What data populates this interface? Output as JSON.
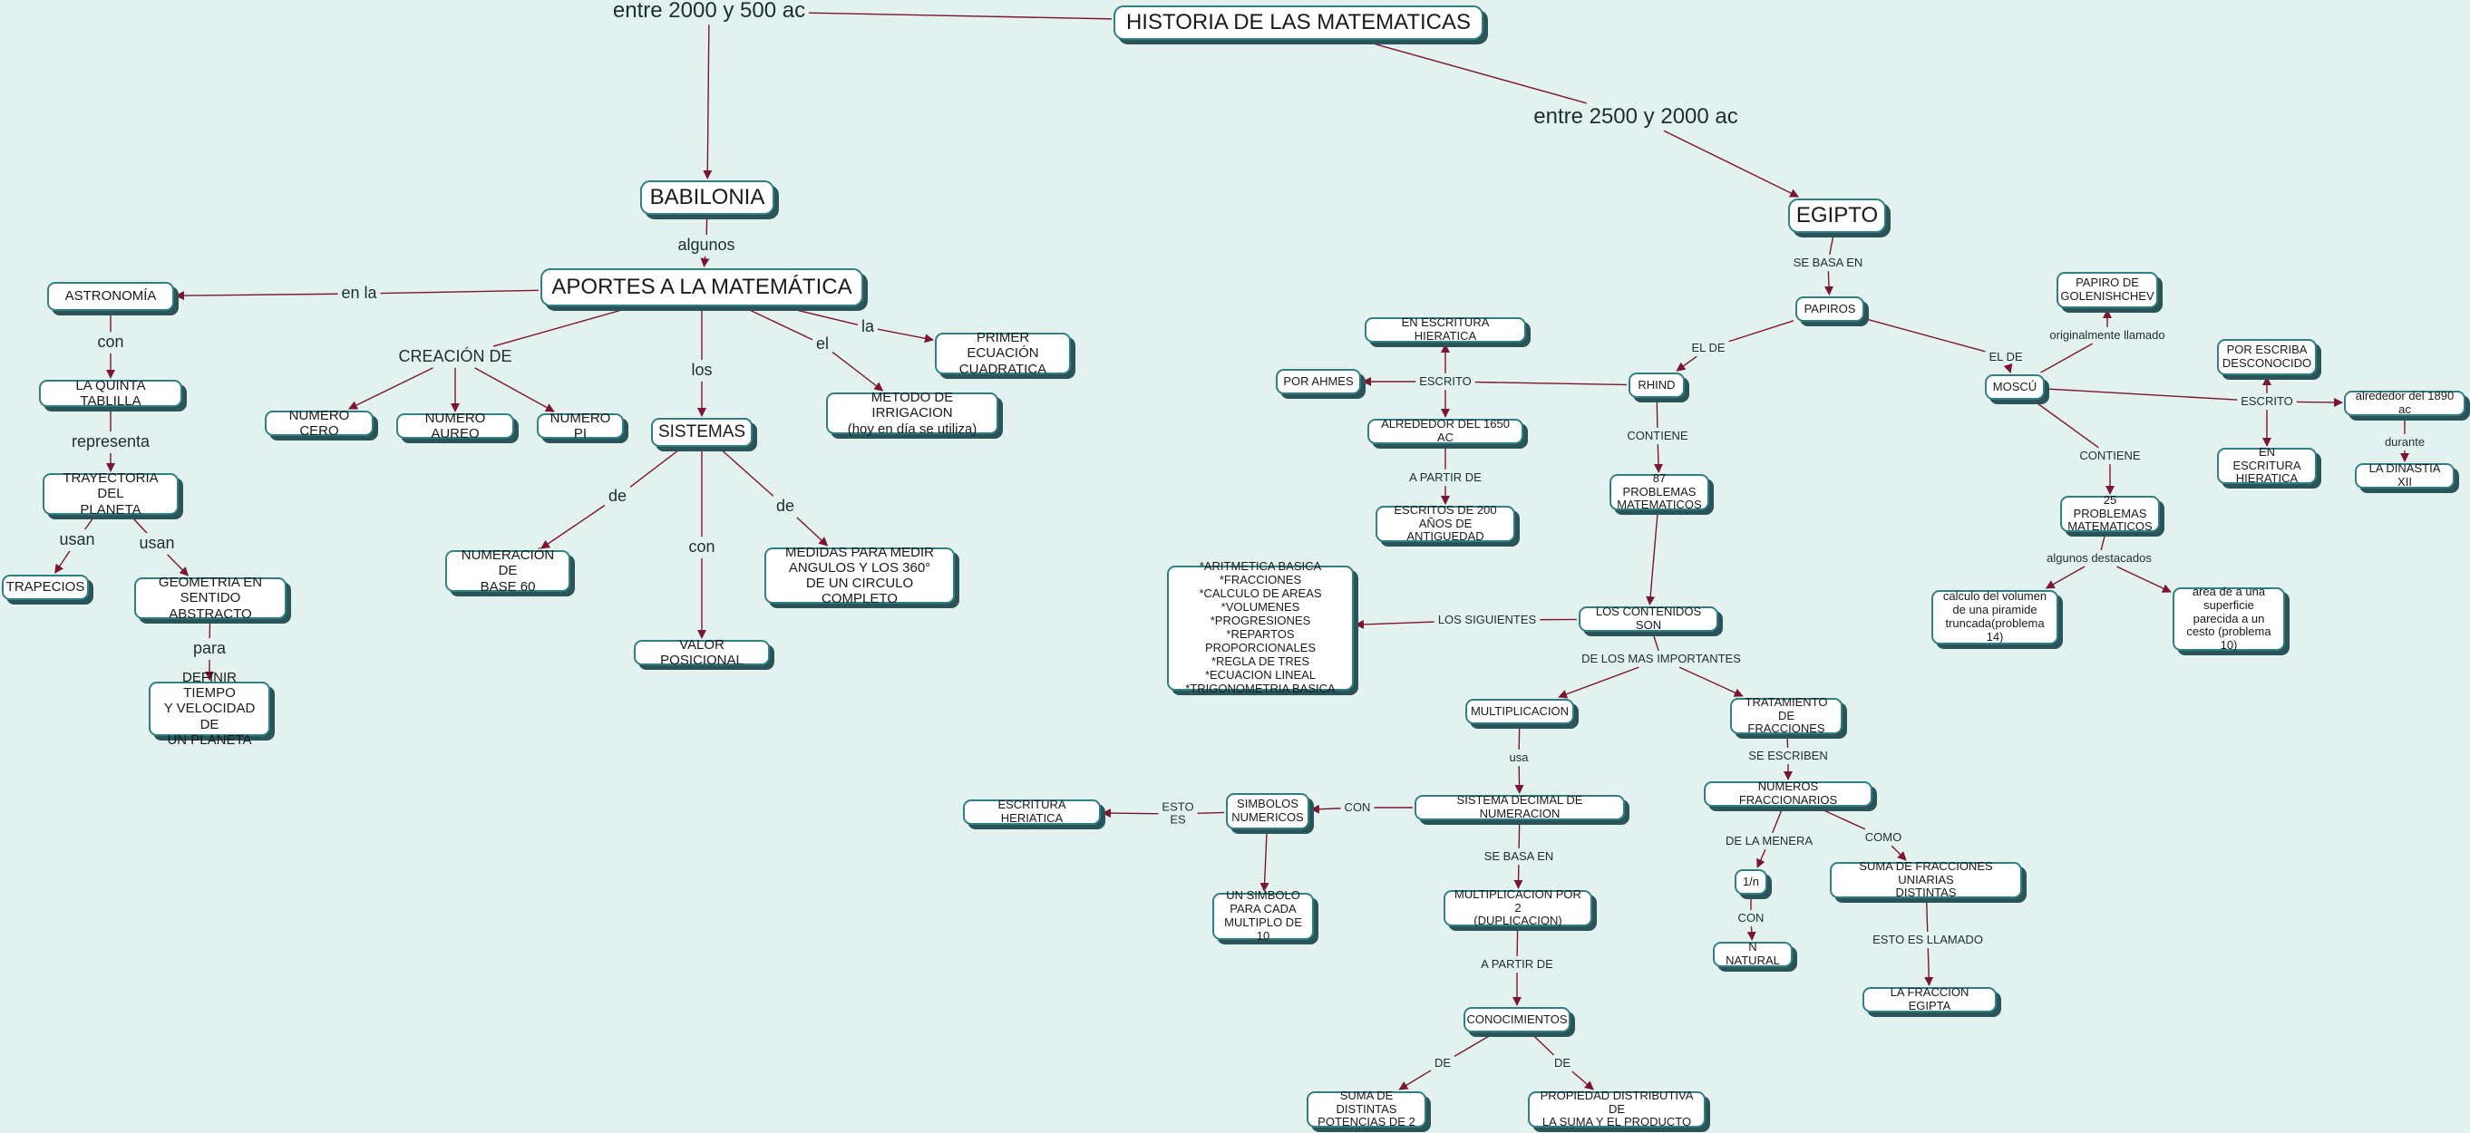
{
  "colors": {
    "background": "#e3f2ef",
    "node_border": "#2f7f85",
    "node_shadow": "#2a5457",
    "edge": "#7b1630"
  },
  "nodes": {
    "historia": "HISTORIA DE LAS MATEMATICAS",
    "babilonia": "BABILONIA",
    "aportes": "APORTES A LA MATEMÁTICA",
    "astronomia": "ASTRONOMÍA",
    "quinta_tablilla": "LA QUINTA TABLILLA",
    "trayectoria": "TRAYECTORIA DEL\nPLANETA",
    "trapecios": "TRAPECIOS",
    "geometria": "GEOMETRIA EN\nSENTIDO ABSTRACTO",
    "definir_tiempo": "DEFINIR TIEMPO\nY VELOCIDAD DE\nUN PLANETA",
    "numero_cero": "NUMERO CERO",
    "numero_aureo": "NUMERO AUREO",
    "numero_pi": "NUMERO PI",
    "sistemas": "SISTEMAS",
    "numeracion_60": "NUMERACIÓN DE\nBASE 60",
    "valor_posicional": "VALOR POSICIONAL",
    "medidas": "MEDIDAS PARA MEDIR\nANGULOS Y LOS 360°\nDE UN CIRCULO COMPLETO",
    "metodo_irrigacion": "METODO DE IRRIGACION\n(hoy en día se utiliza)",
    "primer_ecuacion": "PRIMER ECUACIÓN\nCUADRATICA",
    "egipto": "EGIPTO",
    "papiros": "PAPIROS",
    "rhind": "RHIND",
    "escritura_hieratica_1": "EN ESCRITURA HIERATICA",
    "por_ahmes": "POR AHMES",
    "alrededor_1650": "ALREDEDOR DEL 1650 AC",
    "escritos_200": "ESCRITOS DE 200\nAÑOS DE ANTIGUEDAD",
    "problemas_87": "87 PROBLEMAS\nMATEMATICOS",
    "contenidos_son": "LOS CONTENIDOS SON",
    "lista_contenidos": "*ARITMETICA BASICA\n*FRACCIONES\n*CALCULO DE AREAS\n*VOLUMENES\n*PROGRESIONES\n*REPARTOS PROPORCIONALES\n*REGLA DE TRES\n*ECUACION LINEAL\n*TRIGONOMETRIA BASICA",
    "multiplicacion": "MULTIPLICACION",
    "tratamiento_fracciones": "TRATAMIENTO DE\nFRACCIONES",
    "sistema_decimal": "SISTEMA DECIMAL DE NUMERACION",
    "simbolos_numericos": "SIMBOLOS\nNUMERICOS",
    "escritura_heriatica": "ESCRITURA HERIATICA",
    "un_simbolo": "UN SIMBOLO\nPARA CADA\nMULTIPLO DE 10",
    "multiplicacion_por_2": "MULTIPLICACION POR 2\n(DUPLICACION)",
    "conocimientos": "CONOCIMIENTOS",
    "suma_potencias": "SUMA DE DISTINTAS\nPOTENCIAS DE 2",
    "propiedad_distributiva": "PROPIEDAD DISTRIBUTIVA DE\nLA SUMA Y EL PRODUCTO",
    "numeros_fraccionarios": "NUMEROS FRACCIONARIOS",
    "uno_n": "1/n",
    "n_natural": "N NATURAL",
    "suma_unitarias": "SUMA DE FRACCIONES UNIARIAS\nDISTINTAS",
    "fraccion_egipta": "LA FRACCION EGIPTA",
    "moscu": "MOSCÚ",
    "golenishchev": "PAPIRO DE\nGOLENISHCHEV",
    "por_escriba": "POR ESCRIBA\nDESCONOCIDO",
    "escritura_hieratica_2": "EN ESCRITURA\nHIERATICA",
    "alrededor_1890": "alrededor del 1890 ac",
    "dinastia_xii": "LA DINASTIA XII",
    "problemas_25": "25 PROBLEMAS\nMATEMATICOS",
    "volumen_piramide": "calculo del volumen\nde una piramide\ntruncada(problema 14)",
    "area_cesto": "area de a una\nsuperficie\nparecida a un\ncesto (problema 10)"
  },
  "labels": {
    "entre_2000_500": "entre 2000 y 500 ac",
    "entre_2500_2000": "entre 2500 y 2000 ac",
    "algunos": "algunos",
    "en_la": "en la",
    "con_1": "con",
    "representa": "representa",
    "usan_1": "usan",
    "usan_2": "usan",
    "para": "para",
    "creacion_de": "CREACIÓN DE",
    "los": "los",
    "el": "el",
    "la": "la",
    "de_1": "de",
    "con_2": "con",
    "de_2": "de",
    "se_basa_en_1": "SE BASA EN",
    "el_de_1": "EL DE",
    "el_de_2": "EL DE",
    "escrito_1": "ESCRITO",
    "a_partir_de_1": "A PARTIR DE",
    "contiene_1": "CONTIENE",
    "los_siguientes": "LOS SIGUIENTES",
    "de_los_mas": "DE LOS MAS IMPORTANTES",
    "usa": "usa",
    "con_3": "CON",
    "esto_es": "ESTO\nES",
    "se_basa_en_2": "SE BASA EN",
    "a_partir_de_2": "A PARTIR DE",
    "de_3": "DE",
    "de_4": "DE",
    "se_escriben": "SE ESCRIBEN",
    "de_la_menera": "DE LA MENERA",
    "como": "COMO",
    "con_4": "CON",
    "esto_es_llamado": "ESTO ES LLAMADO",
    "originalmente": "originalmente llamado",
    "escrito_2": "ESCRITO",
    "durante": "durante",
    "contiene_2": "CONTIENE",
    "algunos_destacados": "algunos destacados"
  }
}
